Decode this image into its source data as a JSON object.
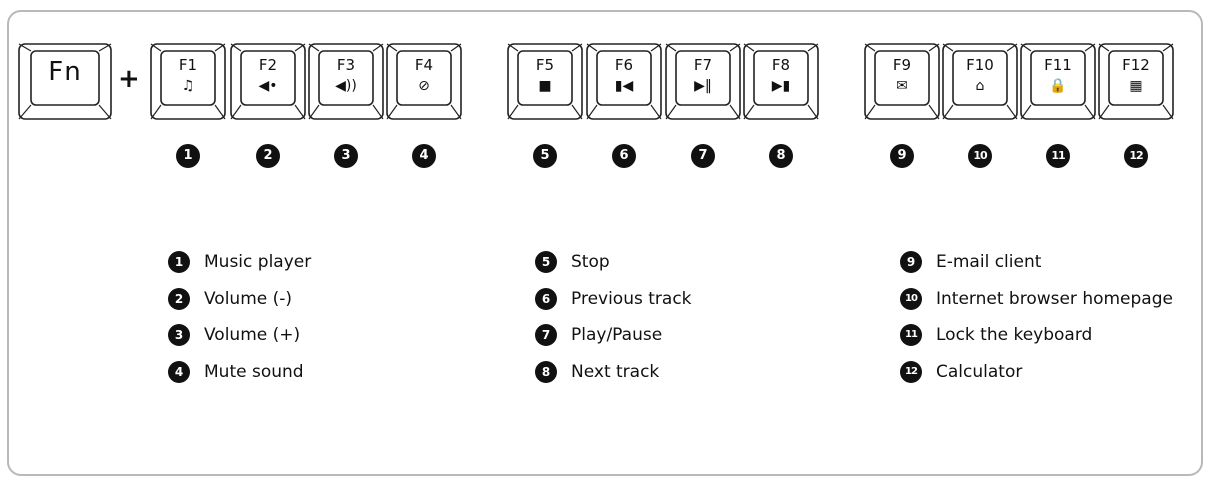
{
  "fn_key": {
    "label": "Fn"
  },
  "plus": "+",
  "keys": [
    {
      "label": "F1",
      "icon": "♫",
      "icon_name": "music-note-icon",
      "badge": "1"
    },
    {
      "label": "F2",
      "icon": "◀•",
      "icon_name": "volume-down-icon",
      "badge": "2"
    },
    {
      "label": "F3",
      "icon": "◀))",
      "icon_name": "volume-up-icon",
      "badge": "3"
    },
    {
      "label": "F4",
      "icon": "⊘",
      "icon_name": "mute-icon",
      "badge": "4"
    },
    {
      "label": "F5",
      "icon": "■",
      "icon_name": "stop-icon",
      "badge": "5"
    },
    {
      "label": "F6",
      "icon": "▮◀",
      "icon_name": "previous-track-icon",
      "badge": "6"
    },
    {
      "label": "F7",
      "icon": "▶‖",
      "icon_name": "play-pause-icon",
      "badge": "7"
    },
    {
      "label": "F8",
      "icon": "▶▮",
      "icon_name": "next-track-icon",
      "badge": "8"
    },
    {
      "label": "F9",
      "icon": "✉",
      "icon_name": "email-icon",
      "badge": "9"
    },
    {
      "label": "F10",
      "icon": "⌂",
      "icon_name": "home-icon",
      "badge": "10"
    },
    {
      "label": "F11",
      "icon": "🔒",
      "icon_name": "lock-icon",
      "badge": "11"
    },
    {
      "label": "F12",
      "icon": "▦",
      "icon_name": "calculator-icon",
      "badge": "12"
    }
  ],
  "legend": [
    {
      "num": "1",
      "text": "Music player"
    },
    {
      "num": "2",
      "text": "Volume (-)"
    },
    {
      "num": "3",
      "text": "Volume (+)"
    },
    {
      "num": "4",
      "text": "Mute sound"
    },
    {
      "num": "5",
      "text": "Stop"
    },
    {
      "num": "6",
      "text": "Previous track"
    },
    {
      "num": "7",
      "text": "Play/Pause"
    },
    {
      "num": "8",
      "text": "Next track"
    },
    {
      "num": "9",
      "text": "E-mail client"
    },
    {
      "num": "10",
      "text": "Internet browser homepage"
    },
    {
      "num": "11",
      "text": "Lock the keyboard"
    },
    {
      "num": "12",
      "text": "Calculator"
    }
  ]
}
